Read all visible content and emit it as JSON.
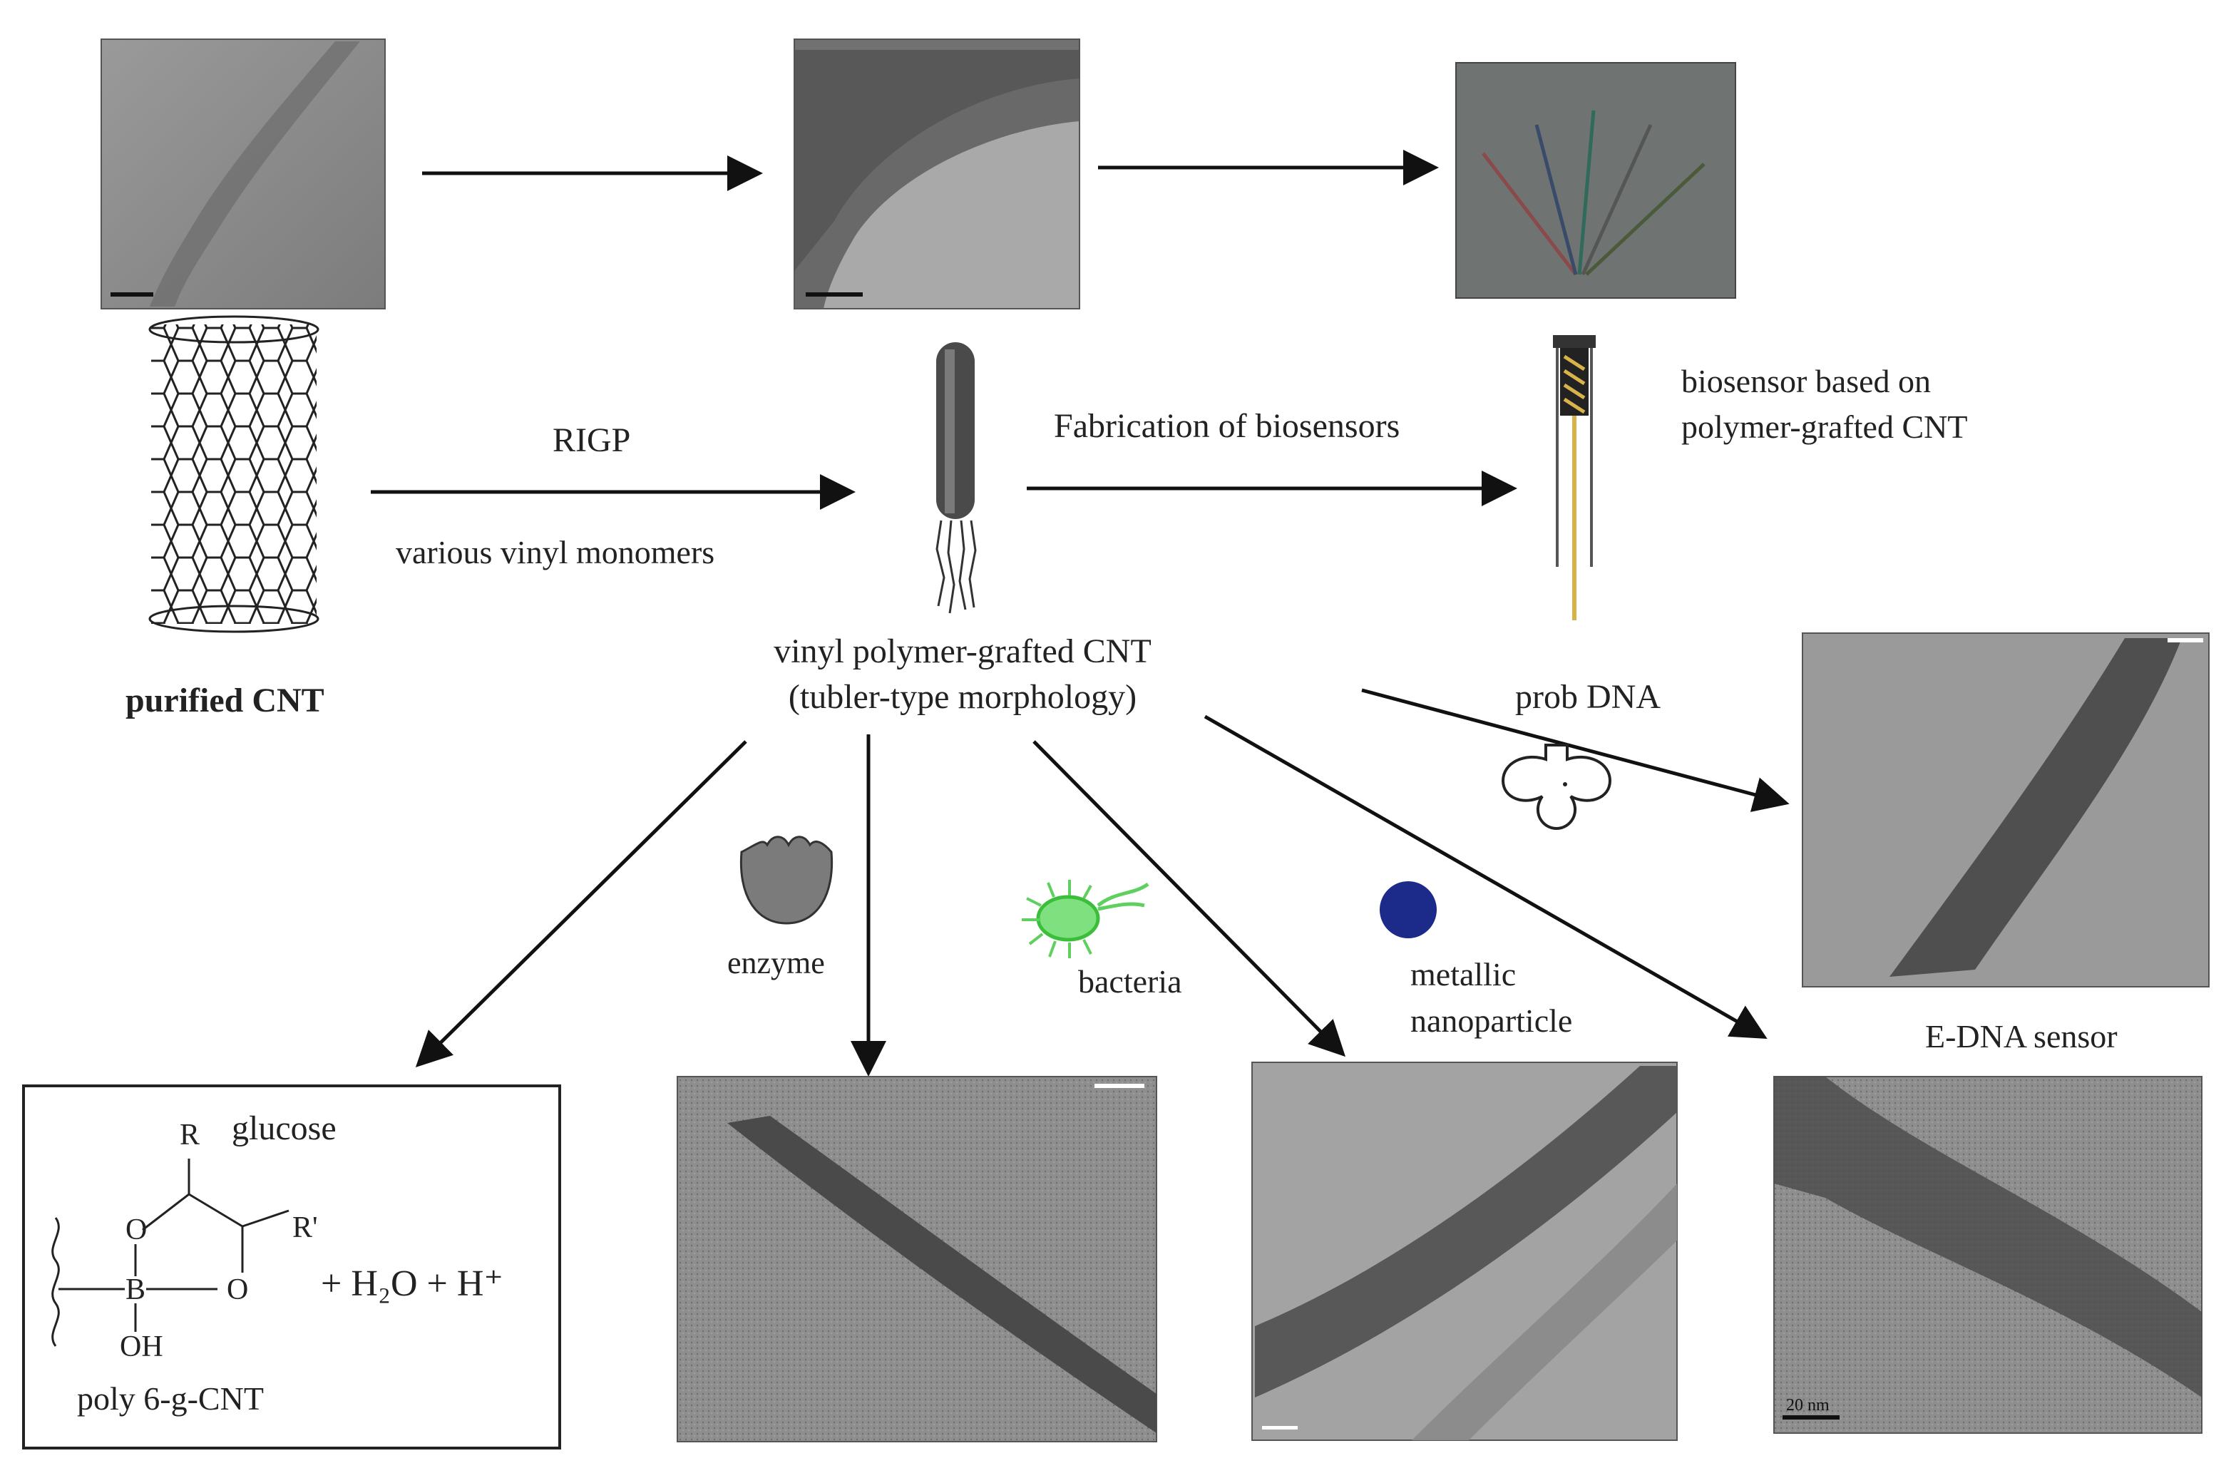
{
  "labels": {
    "purified_cnt": "purified CNT",
    "rigp": "RIGP",
    "various_monomers": "various vinyl monomers",
    "fabrication": "Fabrication of biosensors",
    "biosensor_line1": "biosensor based on",
    "biosensor_line2": "polymer-grafted CNT",
    "grafted_line1": "vinyl polymer-grafted CNT",
    "grafted_line2": "(tubler-type morphology)",
    "prob_dna": "prob DNA",
    "enzyme": "enzyme",
    "bacteria": "bacteria",
    "metallic_line1": "metallic",
    "metallic_line2": "nanoparticle",
    "edna_sensor": "E-DNA sensor",
    "glucose": "glucose",
    "poly_label": "poly 6-g-CNT",
    "reaction_rhs": "+ H₂O + H⁺",
    "chem_R": "R",
    "chem_R2": "R'",
    "chem_O": "O",
    "chem_B": "B",
    "chem_OH": "OH",
    "scalebar_20nm": "20 nm"
  },
  "colors": {
    "tem_gray": "#8a8a8a",
    "photo_bg": "#6f7472",
    "enzyme_gray": "#7b7b7b",
    "bacteria_green": "#7fe07f",
    "nanoparticle_blue": "#1c2a8a",
    "wire_gold": "#d9b24a"
  }
}
